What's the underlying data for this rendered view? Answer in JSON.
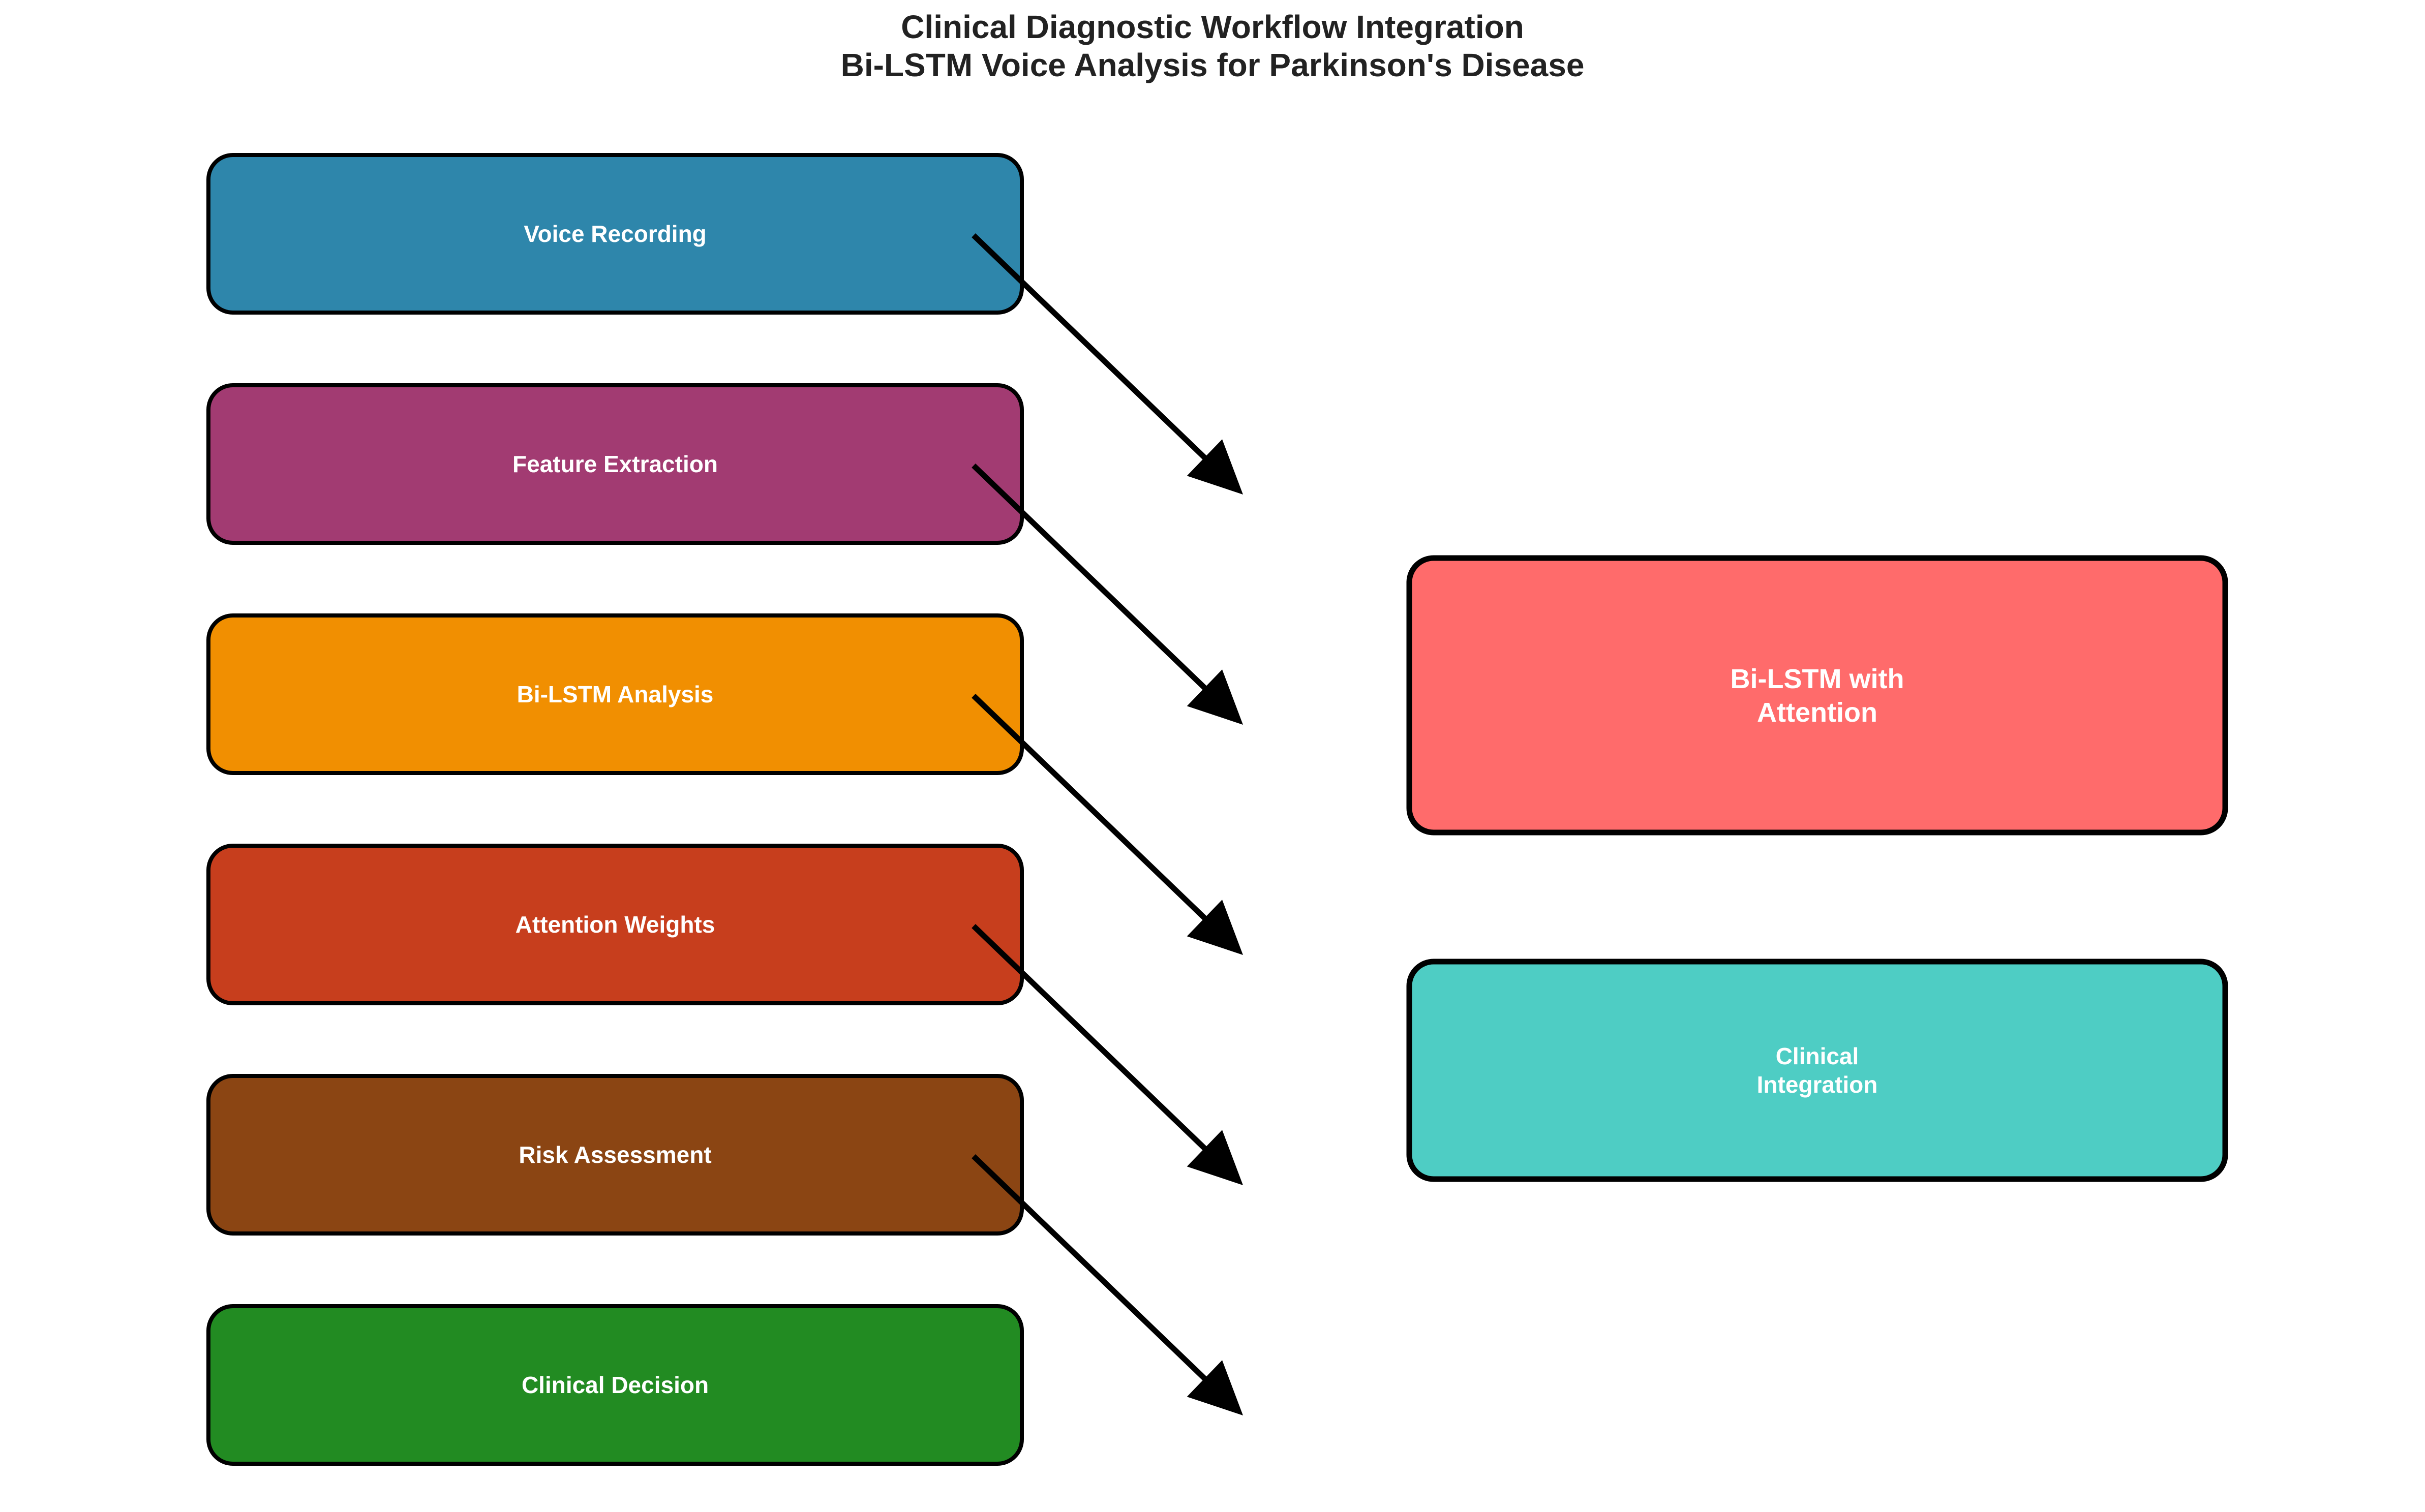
{
  "title": {
    "line1": "Clinical Diagnostic Workflow Integration",
    "line2": "Bi-LSTM Voice Analysis for Parkinson's Disease"
  },
  "stages": [
    {
      "id": "voice-recording",
      "label": "Voice Recording",
      "color": "#2E86AB"
    },
    {
      "id": "feature-extraction",
      "label": "Feature Extraction",
      "color": "#A23B72"
    },
    {
      "id": "bi-lstm-analysis",
      "label": "Bi-LSTM Analysis",
      "color": "#F18F01"
    },
    {
      "id": "attention-weights",
      "label": "Attention Weights",
      "color": "#C73E1D"
    },
    {
      "id": "risk-assessment",
      "label": "Risk Assessment",
      "color": "#8B4513"
    },
    {
      "id": "clinical-decision",
      "label": "Clinical Decision",
      "color": "#228B22"
    }
  ],
  "side_boxes": [
    {
      "id": "bi-lstm-attention",
      "lines": [
        "Bi-LSTM with",
        "Attention"
      ],
      "color": "#FF6B6B"
    },
    {
      "id": "clinical-integration",
      "lines": [
        "Clinical",
        "Integration"
      ],
      "color": "#4ECDC4"
    }
  ],
  "colors": {
    "stroke": "#000000",
    "text_light": "#ffffff",
    "title": "#222222"
  }
}
